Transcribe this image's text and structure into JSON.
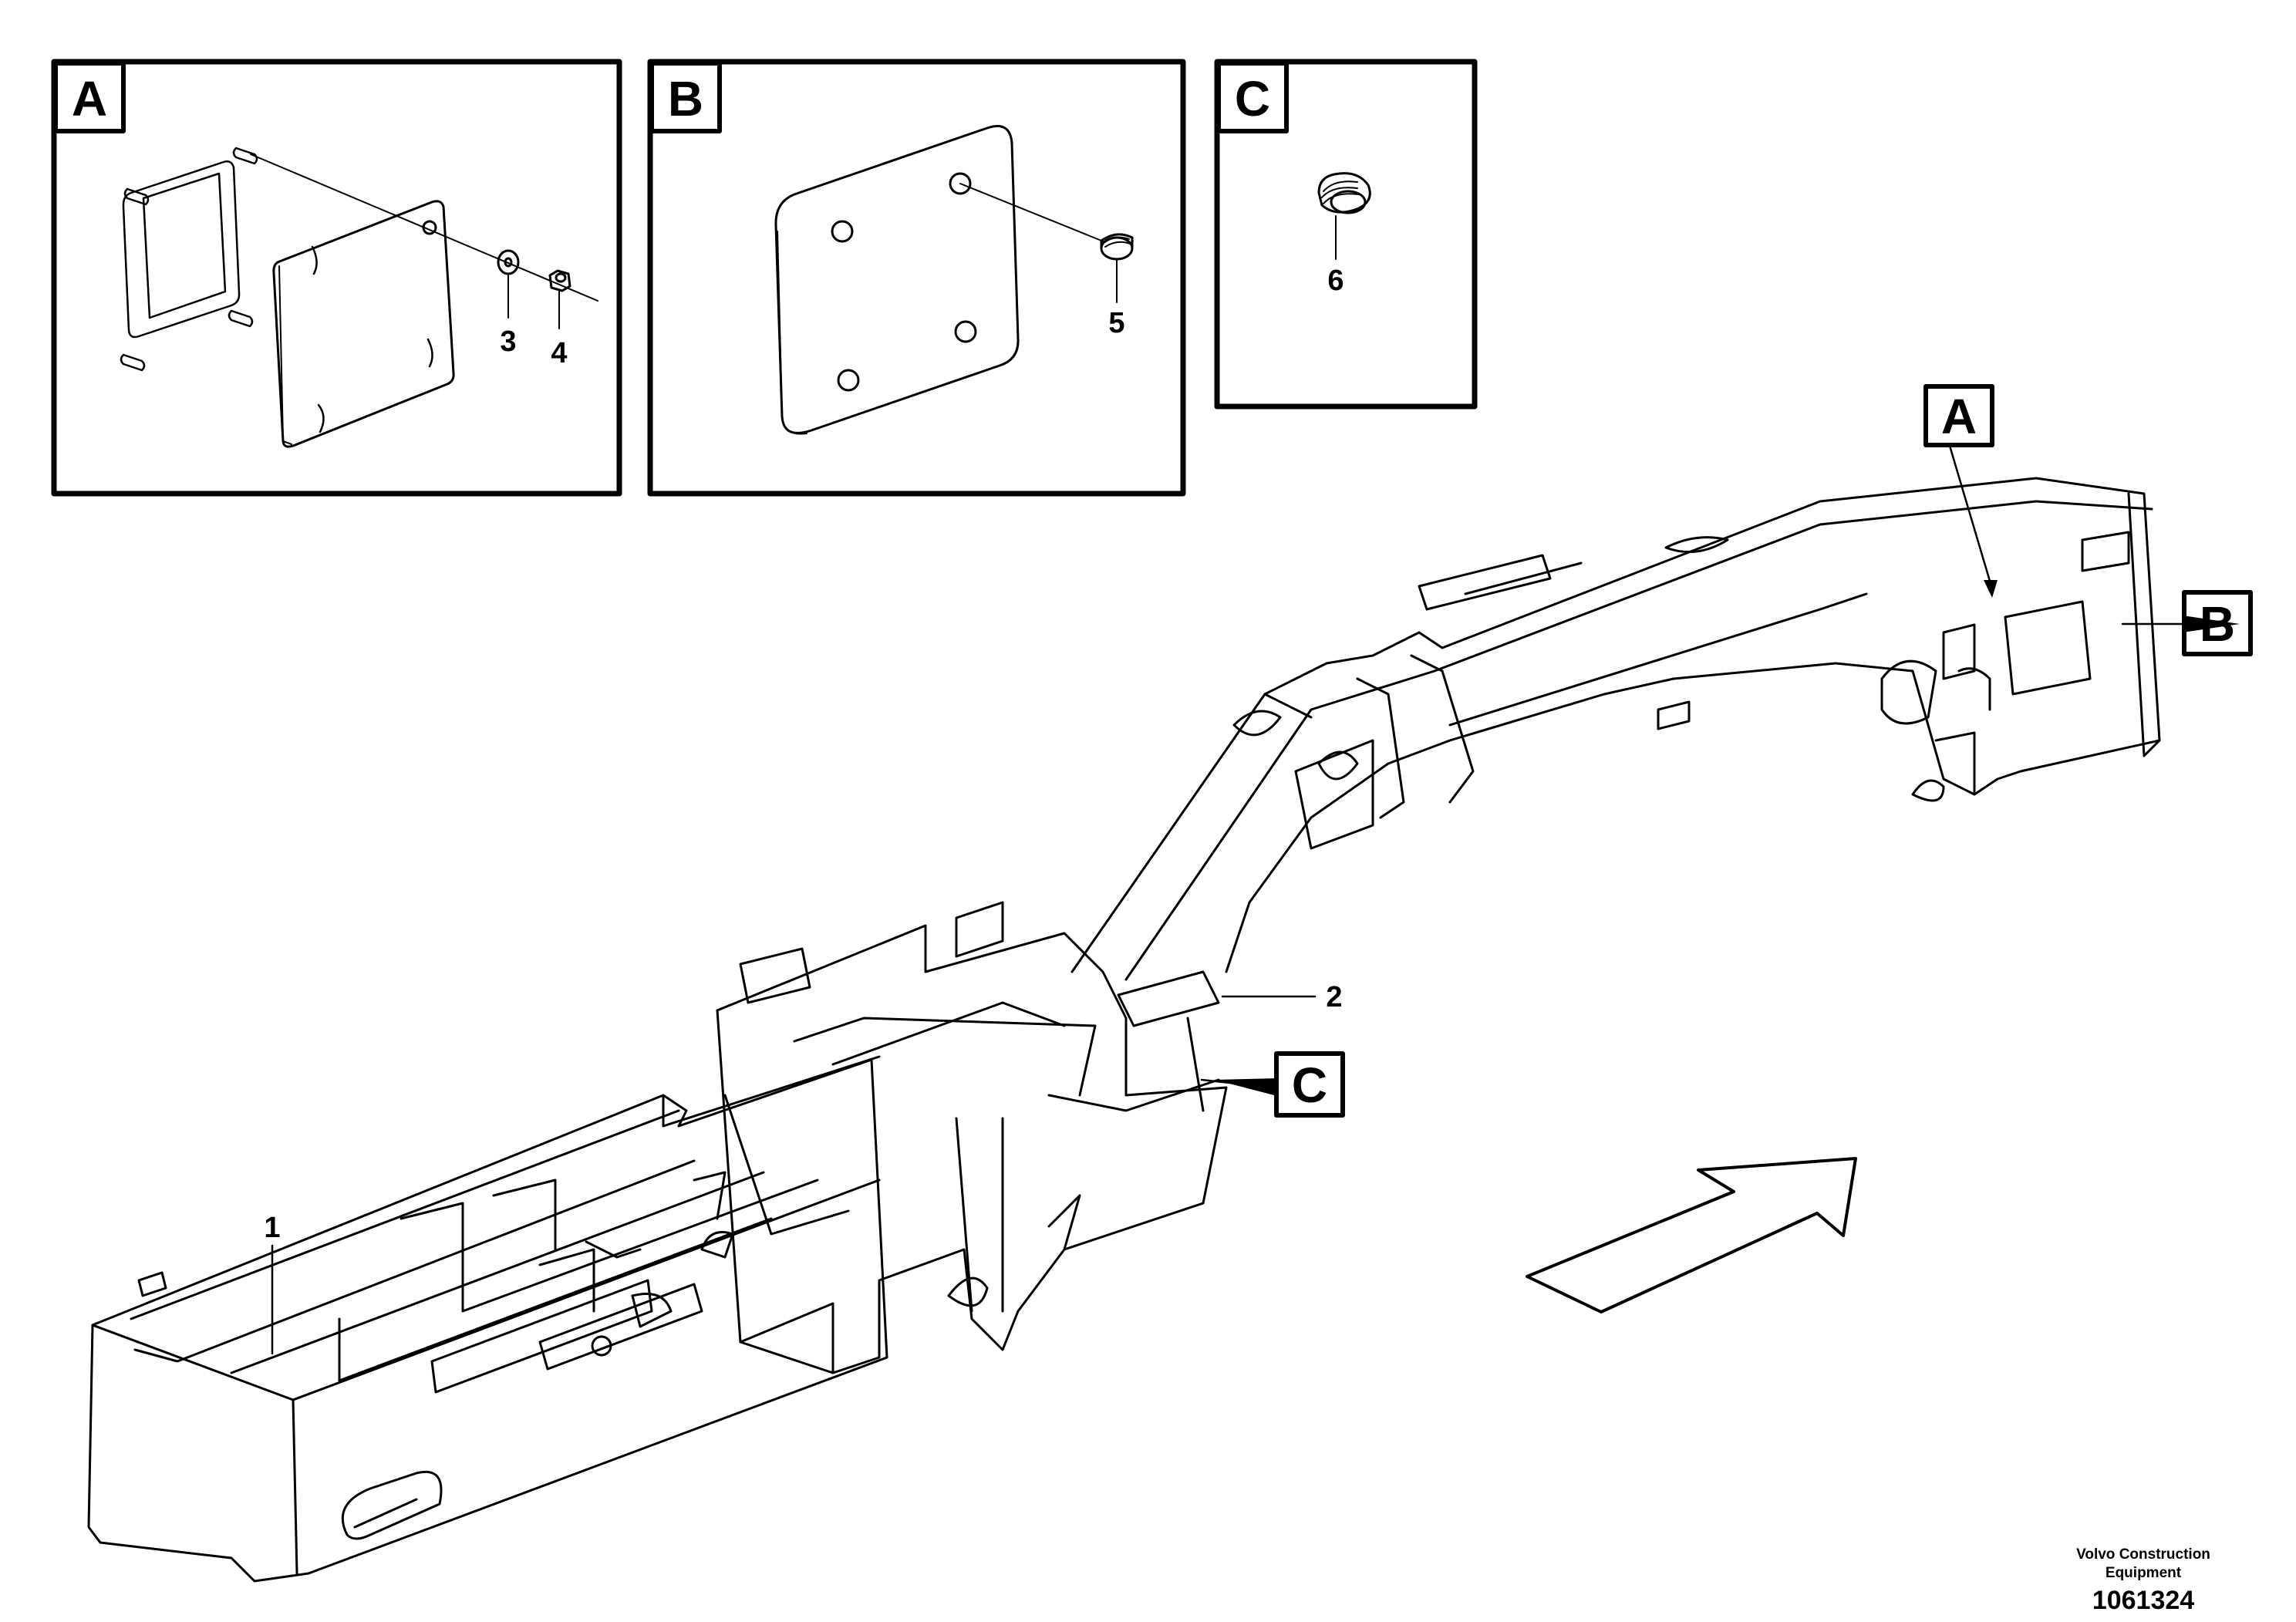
{
  "detail_views": [
    {
      "letter": "A",
      "callouts": [
        "3",
        "4"
      ]
    },
    {
      "letter": "B",
      "callouts": [
        "5"
      ]
    },
    {
      "letter": "C",
      "callouts": [
        "6"
      ]
    }
  ],
  "main_view": {
    "callouts": [
      "1",
      "2"
    ],
    "reference_letters": [
      "A",
      "B",
      "C"
    ]
  },
  "footer": {
    "brand": "Volvo Construction Equipment",
    "drawing_number": "1061324"
  }
}
